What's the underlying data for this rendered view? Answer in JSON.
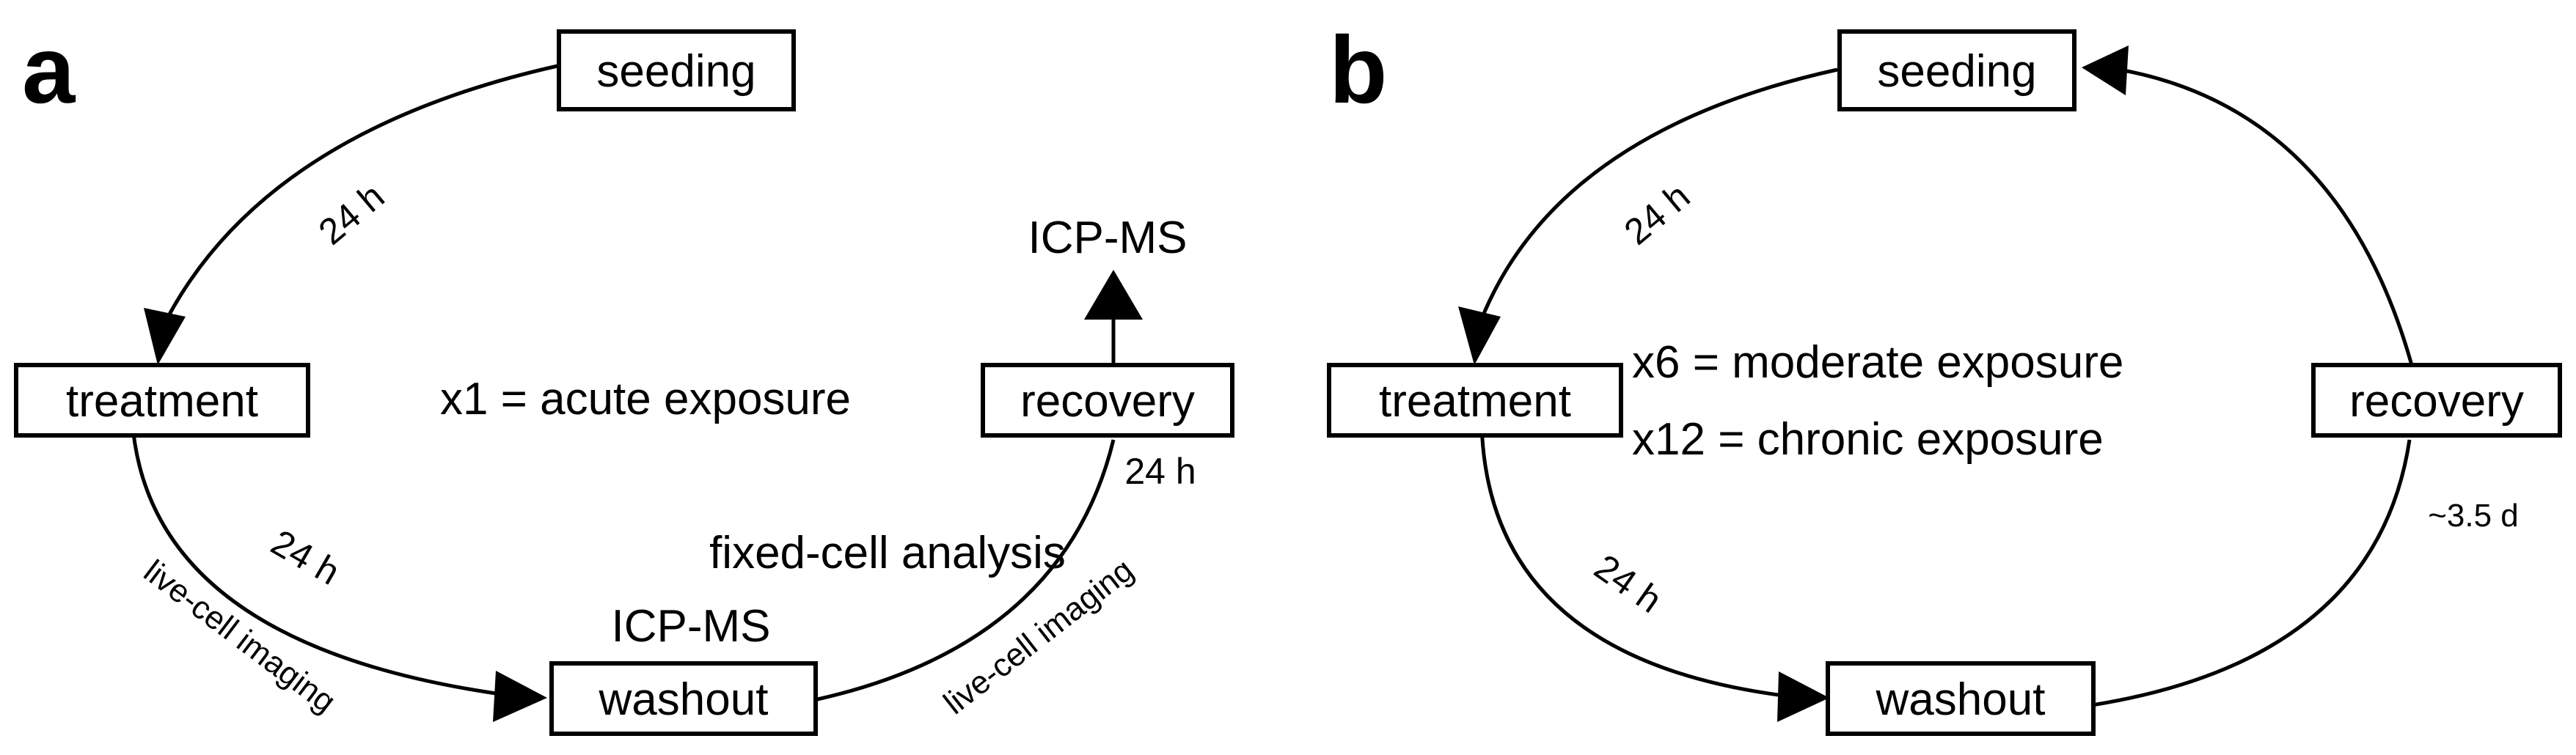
{
  "panel_a": {
    "label": "a",
    "nodes": {
      "seeding": "seeding",
      "treatment": "treatment",
      "washout": "washout",
      "recovery": "recovery"
    },
    "center_text": "x1 = acute exposure",
    "seed_to_treat": "24 h",
    "treat_to_wash": "24 h",
    "treat_wash_method": "live-cell imaging",
    "wash_to_recov": "24 h",
    "wash_recov_method": "live-cell imaging",
    "washout_analysis_1": "fixed-cell analysis",
    "washout_analysis_2": "ICP-MS",
    "recovery_output": "ICP-MS"
  },
  "panel_b": {
    "label": "b",
    "nodes": {
      "seeding": "seeding",
      "treatment": "treatment",
      "washout": "washout",
      "recovery": "recovery"
    },
    "center_text_1": "x6 = moderate exposure",
    "center_text_2": "x12 = chronic exposure",
    "seed_to_treat": "24 h",
    "treat_to_wash": "24 h",
    "recov_duration": "~3.5 d"
  }
}
